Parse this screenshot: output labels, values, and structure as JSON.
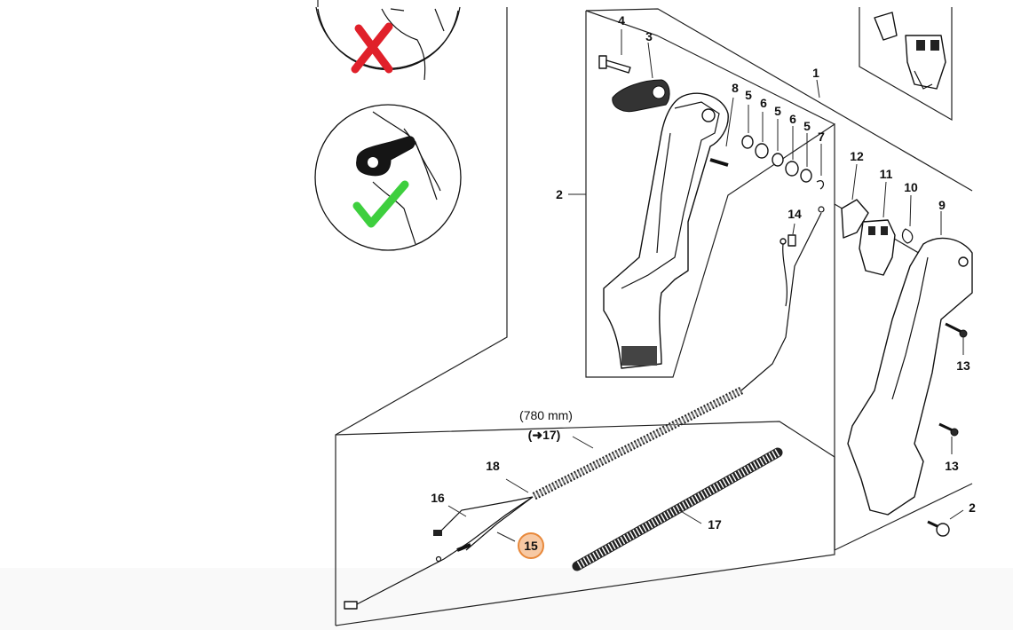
{
  "diagram": {
    "callouts": {
      "c1": "1",
      "c2": "2",
      "c3": "3",
      "c4": "4",
      "c5a": "5",
      "c5b": "5",
      "c5c": "5",
      "c6a": "6",
      "c6b": "6",
      "c7": "7",
      "c8": "8",
      "c9": "9",
      "c10": "10",
      "c11": "11",
      "c12": "12",
      "c13a": "13",
      "c13b": "13",
      "c14": "14",
      "c15": "15",
      "c16": "16",
      "c17": "17",
      "c18": "18",
      "c_edge": "2"
    },
    "cable_length_note": "(780 mm)",
    "cable_ref_note": "(➜17)",
    "colors": {
      "wrong_mark": "#e0202a",
      "correct_mark": "#3ecf3e",
      "highlight_circle_fill": "#f7c9a4",
      "highlight_circle_stroke": "#e8883a"
    },
    "icons": [
      "cross-icon",
      "check-icon"
    ]
  }
}
